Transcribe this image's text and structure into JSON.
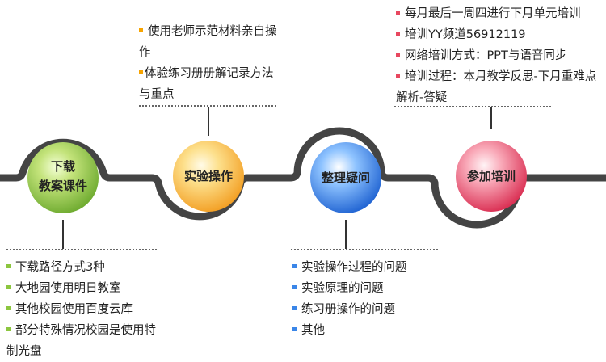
{
  "nodes": [
    {
      "id": "download",
      "label_line1": "下载",
      "label_line2": "教案课件",
      "color": "#8cc63f",
      "ring": "#555555"
    },
    {
      "id": "experiment",
      "label": "实验操作",
      "color": "#f7b733",
      "ring": "#555555"
    },
    {
      "id": "questions",
      "label": "整理疑问",
      "color": "#3a86e8",
      "ring": "#555555"
    },
    {
      "id": "training",
      "label": "参加培训",
      "color": "#e94a6a",
      "ring": "#555555"
    }
  ],
  "notes": {
    "experiment": {
      "bullet_color": "#f7a400",
      "items": [
        "使用老师示范材料亲自操作",
        "体验练习册册解记录方法与重点"
      ]
    },
    "training": {
      "bullet_color": "#e8475f",
      "items": [
        "每月最后一周四进行下月单元培训",
        "培训YY频道56912119",
        "网络培训方式：PPT与语音同步",
        "培训过程：本月教学反思-下月重难点解析-答疑"
      ]
    },
    "download": {
      "bullet_color": "#8cc63f",
      "items": [
        "下载路径方式3种",
        "大地园使用明日教室",
        "其他校园使用百度云库",
        "部分特殊情况校园是使用特制光盘"
      ]
    },
    "questions": {
      "bullet_color": "#3a86e8",
      "items": [
        "实验操作过程的问题",
        "实验原理的问题",
        "练习册操作的问题",
        "其他"
      ]
    }
  },
  "colors": {
    "track": "#444444",
    "connector": "#333333"
  }
}
